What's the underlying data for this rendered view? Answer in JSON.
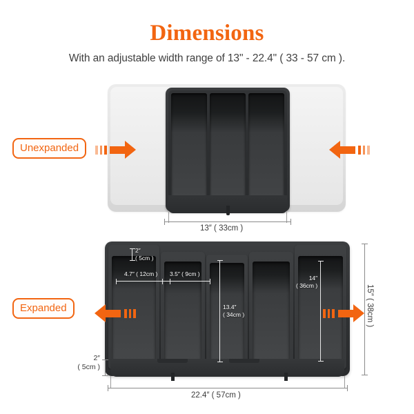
{
  "header": {
    "title": "Dimensions",
    "subtitle": "With an adjustable width range of 13\" - 22.4\" ( 33 - 57 cm ).",
    "title_color": "#F26511",
    "subtitle_color": "#3f3f3f"
  },
  "accent_color": "#F26511",
  "sections": {
    "unexpanded": {
      "badge_label": "Unexpanded",
      "arrow_direction_left": "right",
      "arrow_direction_right": "left",
      "width_dimension": "13″ ( 33cm )"
    },
    "expanded": {
      "badge_label": "Expanded",
      "arrow_direction_left": "left",
      "arrow_direction_right": "right",
      "width_dimension": "22.4″ ( 57cm )",
      "height_dimension": "15″ ( 38cm )",
      "depth_dimension_line1": "2″",
      "depth_dimension_line2": "( 5cm )",
      "compartments": [
        {
          "name": "compartment-1",
          "width_label": "4.7″ ( 12cm )",
          "rim_label_line1": "2″",
          "rim_label_line2": "( 5cm )"
        },
        {
          "name": "compartment-2",
          "width_label": "3.5″ ( 9cm )"
        },
        {
          "name": "compartment-3",
          "height_label_line1": "13.4″",
          "height_label_line2": "( 34cm )"
        },
        {
          "name": "compartment-4"
        },
        {
          "name": "compartment-5",
          "height_label_line1": "14″",
          "height_label_line2": "( 36cm )"
        }
      ]
    }
  }
}
